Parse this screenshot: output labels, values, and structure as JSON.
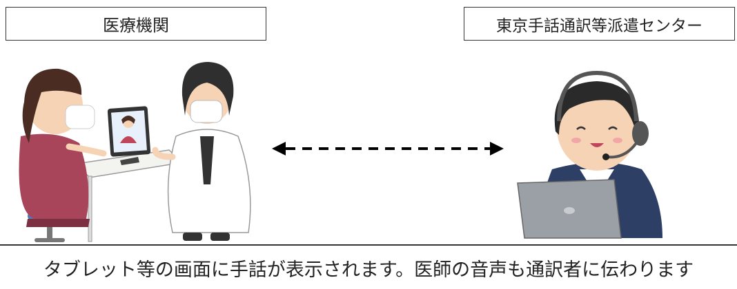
{
  "labels": {
    "left": "医療機関",
    "right": "東京手話通訳等派遣センター"
  },
  "caption": "タブレット等の画面に手話が表示されます。医師の音声も通訳者に伝わります",
  "colors": {
    "border": "#333333",
    "text": "#222222"
  },
  "icons": {
    "left_scene": "patient-doctor-tablet-illustration",
    "right_scene": "interpreter-headset-laptop-illustration",
    "connection": "dashed-double-arrow"
  }
}
